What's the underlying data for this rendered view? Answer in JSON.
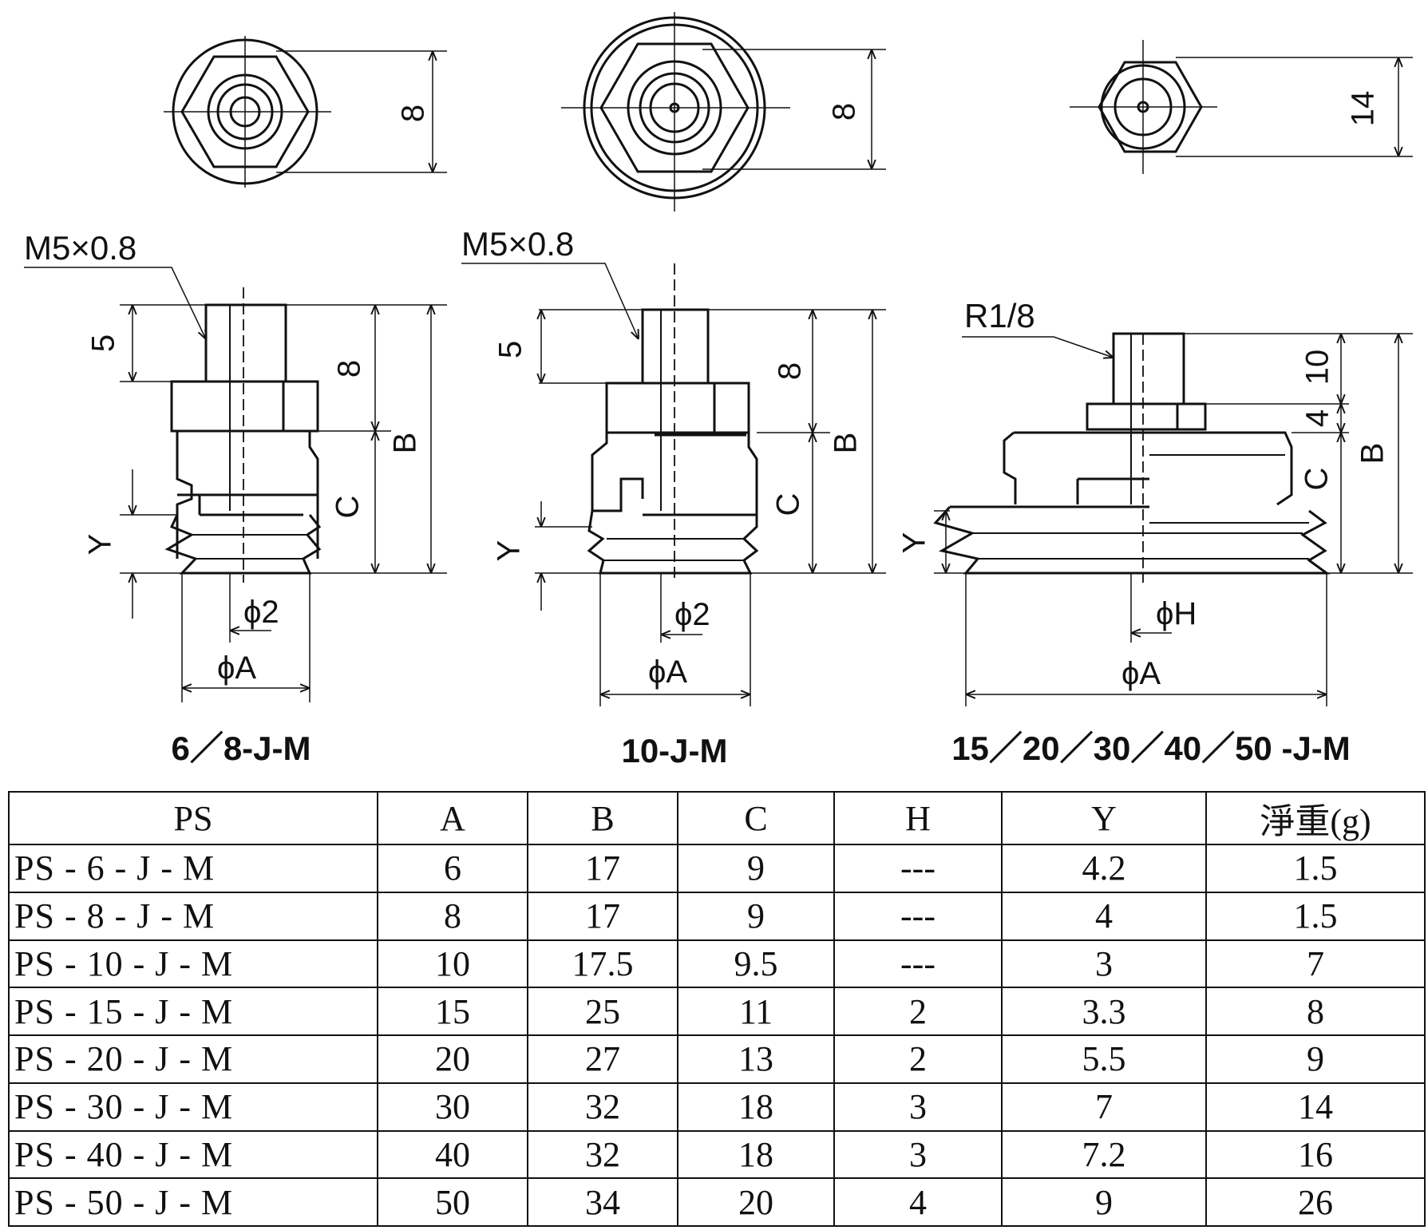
{
  "drawings": [
    {
      "title": "6／8-J-M",
      "top_view": {
        "dimension": "8"
      },
      "side_view": {
        "thread": "M5×0.8",
        "labels": [
          "5",
          "8",
          "B",
          "C",
          "Y",
          "ϕ2",
          "ϕA"
        ]
      }
    },
    {
      "title": "10-J-M",
      "top_view": {
        "dimension": "8"
      },
      "side_view": {
        "thread": "M5×0.8",
        "labels": [
          "5",
          "8",
          "B",
          "C",
          "Y",
          "ϕ2",
          "ϕA"
        ]
      }
    },
    {
      "title": "15／20／30／40／50 -J-M",
      "top_view": {
        "dimension": "14"
      },
      "side_view": {
        "thread": "R1/8",
        "labels": [
          "10",
          "4",
          "B",
          "C",
          "Y",
          "ϕH",
          "ϕA"
        ]
      }
    }
  ],
  "table": {
    "headers": [
      "PS",
      "A",
      "B",
      "C",
      "H",
      "Y",
      "淨重(g)"
    ],
    "rows": [
      [
        "PS - 6 - J - M",
        "6",
        "17",
        "9",
        "---",
        "4.2",
        "1.5"
      ],
      [
        "PS - 8 - J - M",
        "8",
        "17",
        "9",
        "---",
        "4",
        "1.5"
      ],
      [
        "PS - 10 - J - M",
        "10",
        "17.5",
        "9.5",
        "---",
        "3",
        "7"
      ],
      [
        "PS - 15 - J - M",
        "15",
        "25",
        "11",
        "2",
        "3.3",
        "8"
      ],
      [
        "PS - 20 - J - M",
        "20",
        "27",
        "13",
        "2",
        "5.5",
        "9"
      ],
      [
        "PS - 30 - J - M",
        "30",
        "32",
        "18",
        "3",
        "7",
        "14"
      ],
      [
        "PS - 40 - J - M",
        "40",
        "32",
        "18",
        "3",
        "7.2",
        "16"
      ],
      [
        "PS - 50 - J - M",
        "50",
        "34",
        "20",
        "4",
        "9",
        "26"
      ]
    ]
  }
}
